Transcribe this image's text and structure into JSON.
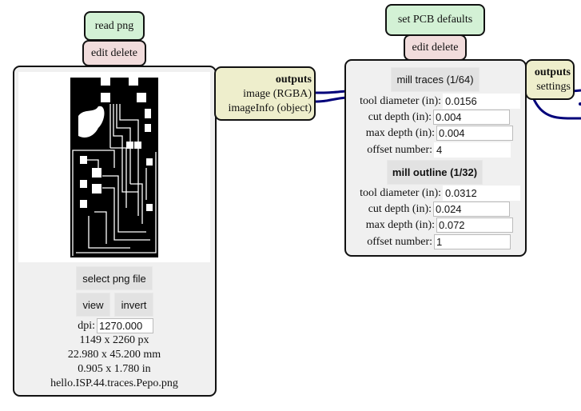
{
  "read_png_module": {
    "title": "read png",
    "edit_delete": "edit delete",
    "select_button": "select png file",
    "view_button": "view",
    "invert_button": "invert",
    "dpi_label": "dpi:",
    "dpi_value": "1270.000",
    "size_px": "1149 x 2260 px",
    "size_mm": "22.980 x 45.200 mm",
    "size_in": "0.905 x 1.780 in",
    "filename": "hello.ISP.44.traces.Pepo.png",
    "outputs": {
      "title": "outputs",
      "items": [
        "image (RGBA)",
        "imageInfo (object)"
      ]
    }
  },
  "pcb_defaults_module": {
    "title": "set PCB defaults",
    "edit_delete": "edit delete",
    "traces": {
      "button": "mill traces (1/64)",
      "fields": [
        {
          "label": "tool diameter (in):",
          "value": "0.0156"
        },
        {
          "label": "cut depth (in):",
          "value": "0.004"
        },
        {
          "label": "max depth (in):",
          "value": "0.004"
        },
        {
          "label": "offset number:",
          "value": "4"
        }
      ]
    },
    "outline": {
      "button": "mill outline (1/32)",
      "fields": [
        {
          "label": "tool diameter (in):",
          "value": "0.0312"
        },
        {
          "label": "cut depth (in):",
          "value": "0.024"
        },
        {
          "label": "max depth (in):",
          "value": "0.072"
        },
        {
          "label": "offset number:",
          "value": "1"
        }
      ]
    },
    "outputs": {
      "title": "outputs",
      "items": [
        "settings"
      ]
    }
  },
  "colors": {
    "module_title": "#d3f1d5",
    "edit_delete": "#f1dcdc",
    "outputs": "#eeeecc",
    "wire": "#000080"
  }
}
